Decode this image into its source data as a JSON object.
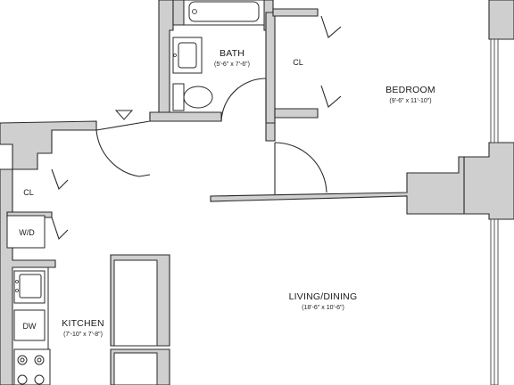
{
  "rooms": {
    "bath": {
      "name": "BATH",
      "dims": "(5'-6\" x 7'-6\")"
    },
    "bedroom": {
      "name": "BEDROOM",
      "dims": "(9'-6\" x 11'-10\")"
    },
    "living_dining": {
      "name": "LIVING/DINING",
      "dims": "(18'-6\" x 10'-6\")"
    },
    "kitchen": {
      "name": "KITCHEN",
      "dims": "(7'-10\" x 7'-8\")"
    }
  },
  "labels": {
    "closet_bedroom": "CL",
    "closet_entry": "CL",
    "washer_dryer": "W/D",
    "dishwasher": "DW"
  },
  "colors": {
    "wall_fill": "#cfcfcf",
    "line": "#2a2a2a"
  }
}
